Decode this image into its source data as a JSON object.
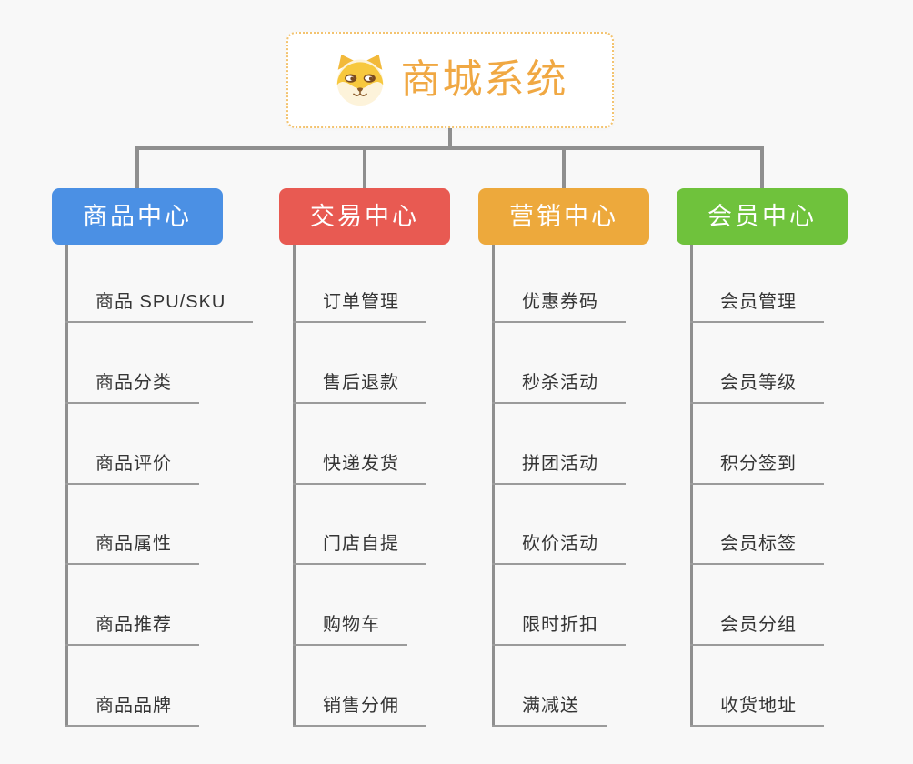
{
  "canvas": {
    "background": "#f8f8f8",
    "connector_color": "#8f8f8f",
    "underline_color": "#9b9b9b"
  },
  "root": {
    "title": "商城系统",
    "title_color": "#f0a843",
    "border_color": "#f3c36f",
    "logo_icon": "dog-face-logo"
  },
  "branches": [
    {
      "label": "商品中心",
      "color": "#4b90e4",
      "children": [
        "商品 SPU/SKU",
        "商品分类",
        "商品评价",
        "商品属性",
        "商品推荐",
        "商品品牌"
      ]
    },
    {
      "label": "交易中心",
      "color": "#e85a52",
      "children": [
        "订单管理",
        "售后退款",
        "快递发货",
        "门店自提",
        "购物车",
        "销售分佣"
      ]
    },
    {
      "label": "营销中心",
      "color": "#eda93c",
      "children": [
        "优惠券码",
        "秒杀活动",
        "拼团活动",
        "砍价活动",
        "限时折扣",
        "满减送"
      ]
    },
    {
      "label": "会员中心",
      "color": "#6fc23c",
      "children": [
        "会员管理",
        "会员等级",
        "积分签到",
        "会员标签",
        "会员分组",
        "收货地址"
      ]
    }
  ]
}
